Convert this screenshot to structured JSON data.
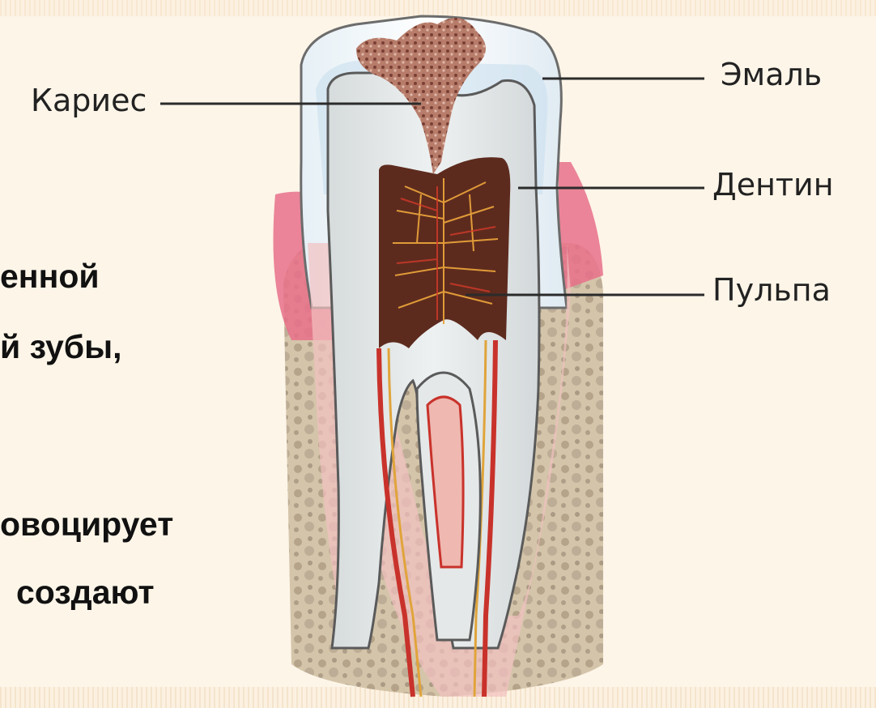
{
  "slide_text": {
    "line1": "енной",
    "line2": "й зубы,",
    "line3": "овоцирует",
    "line4": "создают"
  },
  "labels": {
    "caries": "Кариес",
    "enamel": "Эмаль",
    "dentin": "Дентин",
    "pulp": "Пульпа"
  }
}
